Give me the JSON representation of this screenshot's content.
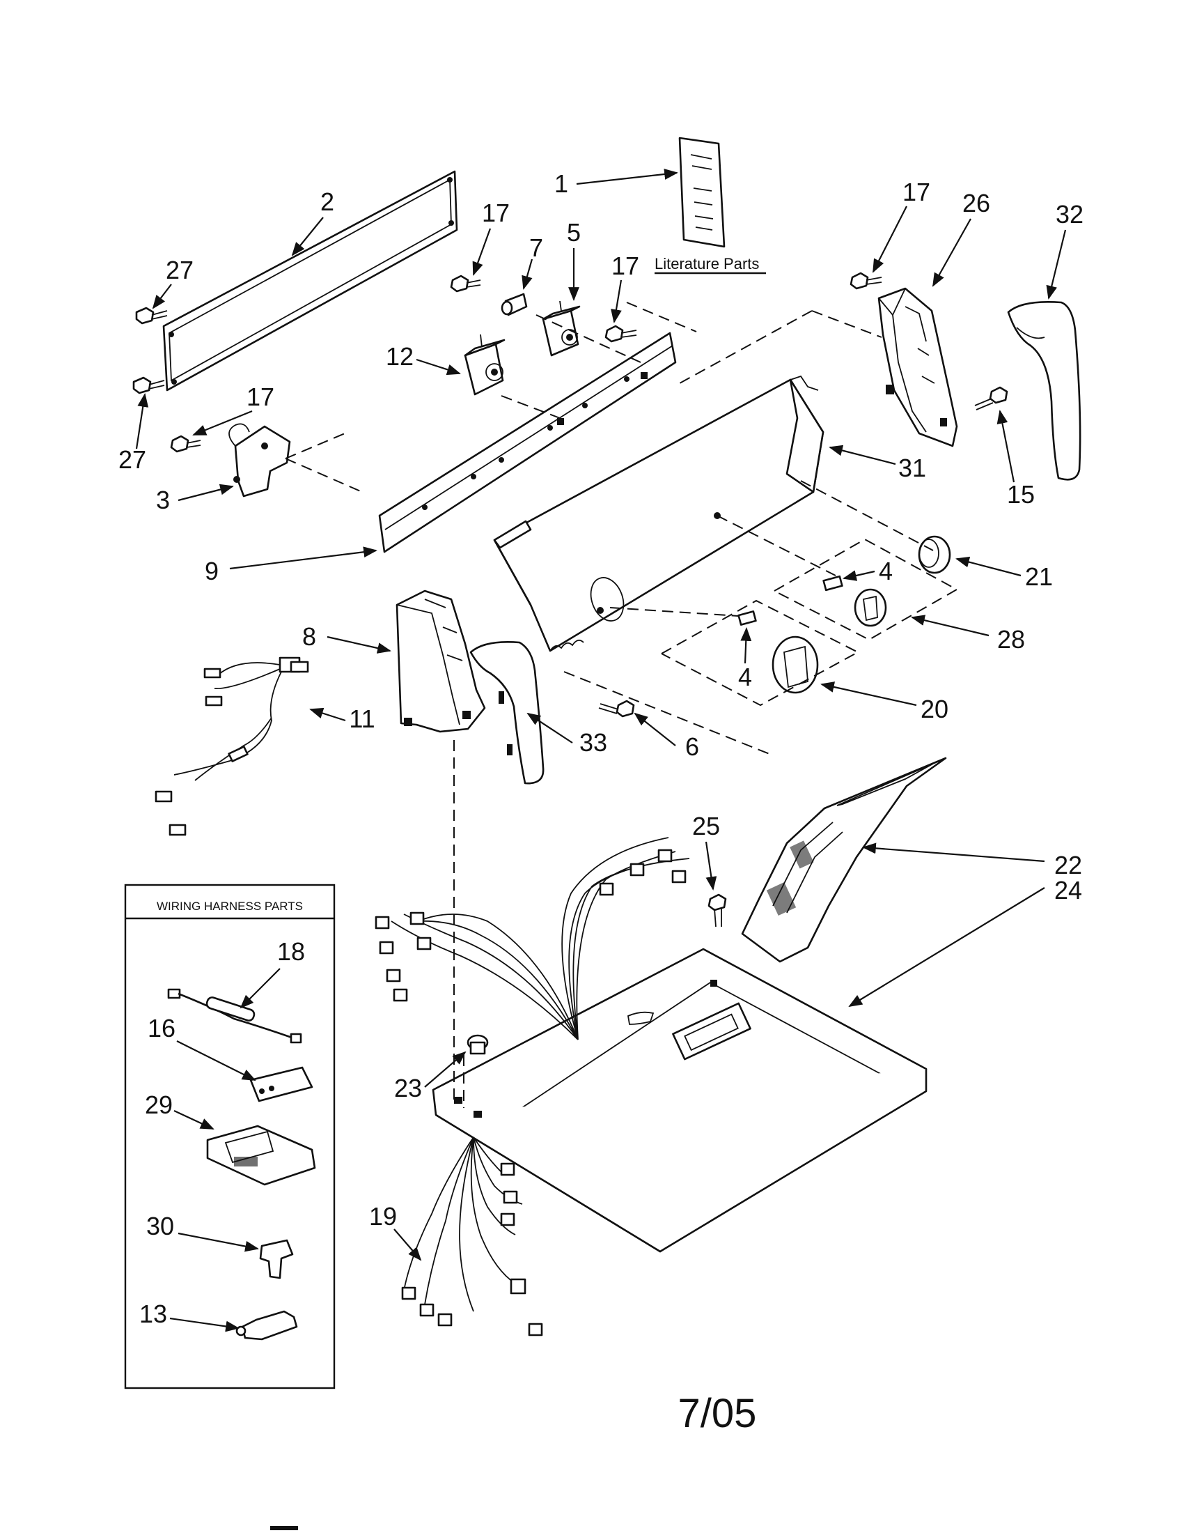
{
  "literature": {
    "caption": "Literature Parts"
  },
  "harness_box": {
    "title": "WIRING HARNESS PARTS"
  },
  "date": "7/05",
  "callouts": [
    {
      "id": "c1",
      "text": "1"
    },
    {
      "id": "c2",
      "text": "2"
    },
    {
      "id": "c27a",
      "text": "27"
    },
    {
      "id": "c27b",
      "text": "27"
    },
    {
      "id": "c17a",
      "text": "17"
    },
    {
      "id": "c7",
      "text": "7"
    },
    {
      "id": "c5",
      "text": "5"
    },
    {
      "id": "c17b",
      "text": "17"
    },
    {
      "id": "c12",
      "text": "12"
    },
    {
      "id": "c17c",
      "text": "17"
    },
    {
      "id": "c3",
      "text": "3"
    },
    {
      "id": "c9",
      "text": "9"
    },
    {
      "id": "c17d",
      "text": "17"
    },
    {
      "id": "c26",
      "text": "26"
    },
    {
      "id": "c32",
      "text": "32"
    },
    {
      "id": "c31",
      "text": "31"
    },
    {
      "id": "c15",
      "text": "15"
    },
    {
      "id": "c21",
      "text": "21"
    },
    {
      "id": "c4a",
      "text": "4"
    },
    {
      "id": "c28",
      "text": "28"
    },
    {
      "id": "c4b",
      "text": "4"
    },
    {
      "id": "c20",
      "text": "20"
    },
    {
      "id": "c8",
      "text": "8"
    },
    {
      "id": "c11",
      "text": "11"
    },
    {
      "id": "c33",
      "text": "33"
    },
    {
      "id": "c6",
      "text": "6"
    },
    {
      "id": "c25",
      "text": "25"
    },
    {
      "id": "c22",
      "text": "22"
    },
    {
      "id": "c24",
      "text": "24"
    },
    {
      "id": "c23",
      "text": "23"
    },
    {
      "id": "c19",
      "text": "19"
    },
    {
      "id": "c18",
      "text": "18"
    },
    {
      "id": "c16",
      "text": "16"
    },
    {
      "id": "c29",
      "text": "29"
    },
    {
      "id": "c30",
      "text": "30"
    },
    {
      "id": "c13",
      "text": "13"
    }
  ]
}
